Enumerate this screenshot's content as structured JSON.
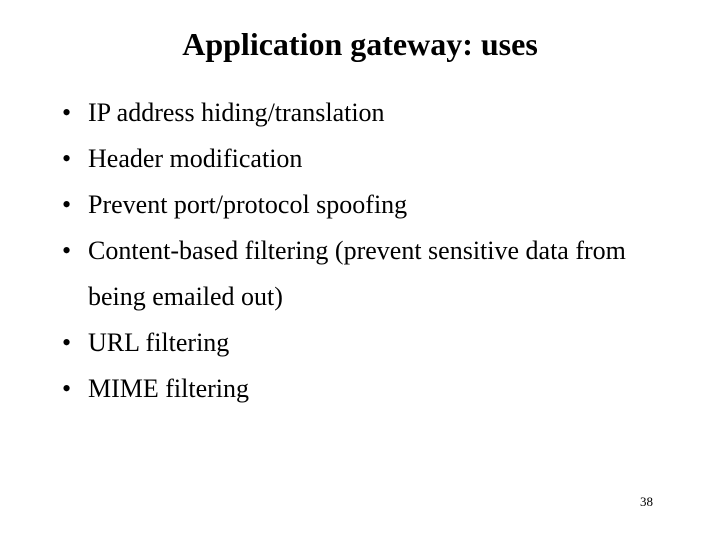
{
  "slide": {
    "title": "Application gateway: uses",
    "bullet_marker": "•",
    "bullets": [
      {
        "text": "IP address hiding/translation"
      },
      {
        "text": "Header modification"
      },
      {
        "text": "Prevent port/protocol spoofing"
      },
      {
        "text": "Content-based filtering (prevent sensitive data from being emailed out)"
      },
      {
        "text": "URL filtering"
      },
      {
        "text": "MIME filtering"
      }
    ],
    "page_number": "38",
    "colors": {
      "background": "#ffffff",
      "text": "#000000"
    }
  }
}
